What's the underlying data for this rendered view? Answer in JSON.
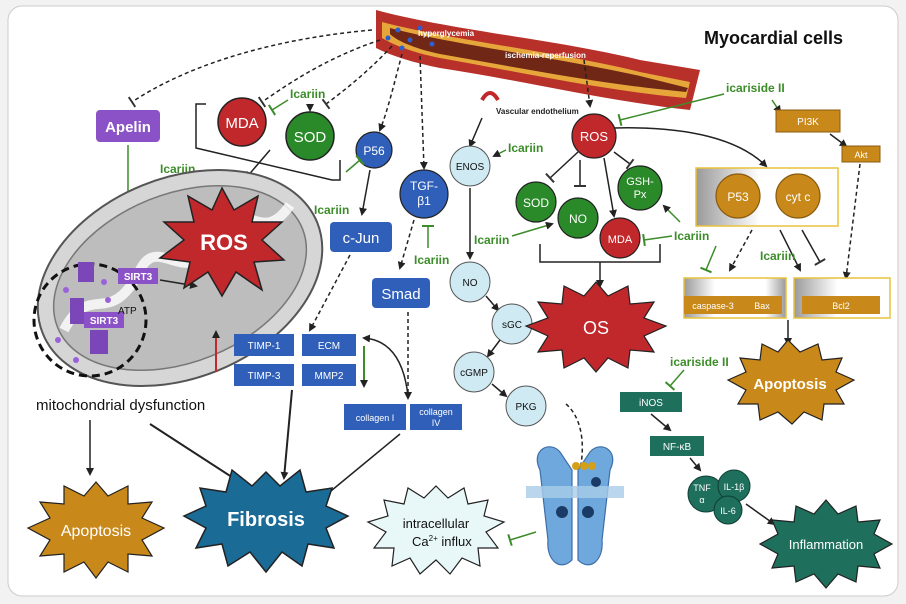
{
  "title": "Myocardial cells",
  "vessel": {
    "hyperglycemia": "hyperglycemia",
    "ischemia": "ischemia-reperfusion",
    "endothelium": "Vascular endothelium"
  },
  "drugs": {
    "icariin": "Icariin",
    "icariside": "icariside II"
  },
  "left": {
    "apelin": "Apelin",
    "mda": "MDA",
    "sod": "SOD",
    "ros": "ROS",
    "sirt3": "SIRT3",
    "atp": "ATP",
    "mito": "mitochondrial dysfunction",
    "apoptosis": "Apoptosis"
  },
  "middle": {
    "p56": "P56",
    "tgf1": "TGF-",
    "tgf2": "β1",
    "cjun": "c-Jun",
    "smad": "Smad",
    "timp1": "TIMP-1",
    "ecm": "ECM",
    "timp3": "TIMP-3",
    "mmp2": "MMP2",
    "col1": "collagen I",
    "col4a": "collagen",
    "col4b": "IV",
    "fibrosis": "Fibrosis"
  },
  "endo": {
    "enos": "ENOS",
    "no": "NO",
    "sgc": "sGC",
    "cgmp": "cGMP",
    "pkg": "PKG",
    "ca1": "intracellular",
    "ca2": "Ca",
    "ca_sup": "2+",
    "ca3": " influx"
  },
  "os": {
    "ros": "ROS",
    "sod": "SOD",
    "no": "NO",
    "gsh1": "GSH-",
    "gsh2": "Px",
    "mda": "MDA",
    "os": "OS"
  },
  "right": {
    "pi3k": "PI3K",
    "akt": "Akt",
    "p53": "P53",
    "cytc": "cyt c",
    "casp": "caspase-3",
    "bax": "Bax",
    "bcl2": "Bcl2",
    "apoptosis": "Apoptosis",
    "inos": "iNOS",
    "nfkb": "NF-κB",
    "tnf1": "TNF",
    "tnf2": "α",
    "il1": "IL-1β",
    "il6": "IL-6",
    "inflammation": "Inflammation"
  },
  "colors": {
    "green": "#3c8c2a",
    "red": "#c0282c",
    "blue": "#2f5fb8",
    "purple": "#8a52c6",
    "gold": "#c9891a",
    "teal": "#1e6f5c",
    "lightblue": "#cfeaf3",
    "darkblue": "#1a6b96"
  }
}
